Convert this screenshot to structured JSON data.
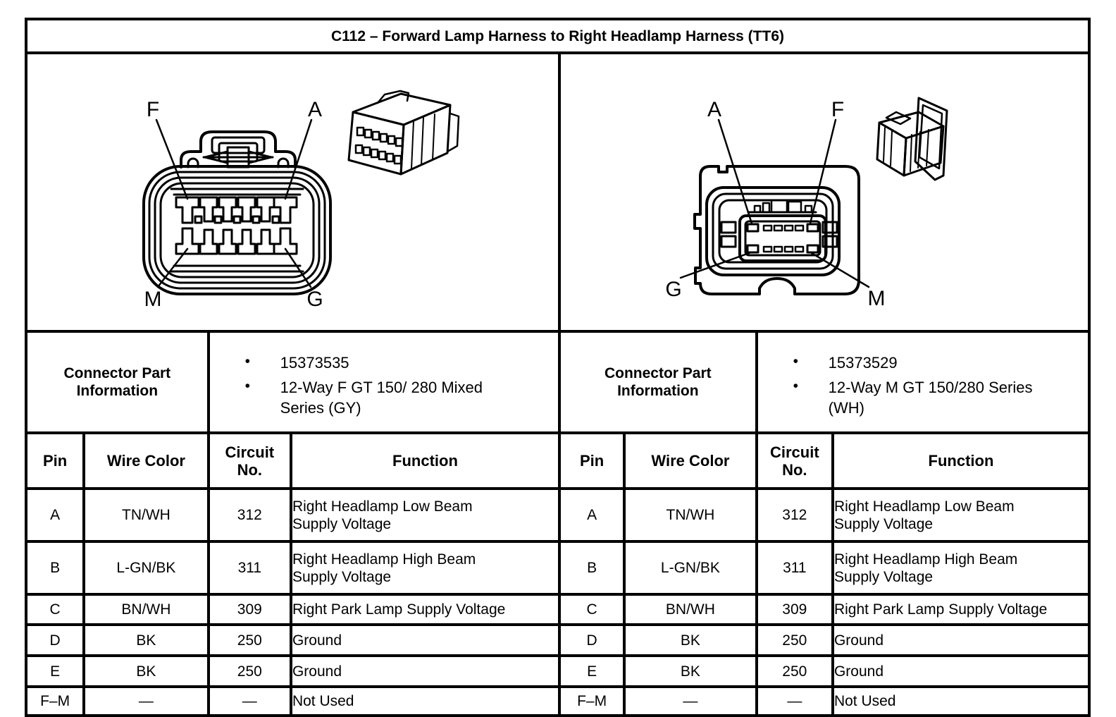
{
  "title": "C112 – Forward Lamp Harness to Right Headlamp Harness (TT6)",
  "glyphs": {
    "bullet": "•"
  },
  "connectors": {
    "left": {
      "diagram_labels": {
        "top_left": "F",
        "top_right": "A",
        "bottom_left": "M",
        "bottom_right": "G"
      },
      "part_info_label": "Connector Part\nInformation",
      "part_numbers": [
        "15373535",
        "12-Way F GT 150/ 280 Mixed\nSeries (GY)"
      ]
    },
    "right": {
      "diagram_labels": {
        "top_left": "A",
        "top_right": "F",
        "bottom_left": "G",
        "bottom_right": "M"
      },
      "part_info_label": "Connector Part\nInformation",
      "part_numbers": [
        "15373529",
        "12-Way M GT 150/280 Series\n(WH)"
      ]
    }
  },
  "pin_table": {
    "headers": {
      "pin": "Pin",
      "wire_color": "Wire Color",
      "circuit_no": "Circuit\nNo.",
      "function": "Function"
    },
    "left_rows": [
      {
        "pin": "A",
        "wire_color": "TN/WH",
        "circuit": "312",
        "function": "Right Headlamp Low Beam\nSupply Voltage"
      },
      {
        "pin": "B",
        "wire_color": "L-GN/BK",
        "circuit": "311",
        "function": "Right Headlamp High Beam\nSupply Voltage"
      },
      {
        "pin": "C",
        "wire_color": "BN/WH",
        "circuit": "309",
        "function": "Right Park Lamp Supply Voltage"
      },
      {
        "pin": "D",
        "wire_color": "BK",
        "circuit": "250",
        "function": "Ground"
      },
      {
        "pin": "E",
        "wire_color": "BK",
        "circuit": "250",
        "function": "Ground"
      },
      {
        "pin": "F–M",
        "wire_color": "—",
        "circuit": "—",
        "function": "Not Used"
      }
    ],
    "right_rows": [
      {
        "pin": "A",
        "wire_color": "TN/WH",
        "circuit": "312",
        "function": "Right Headlamp Low Beam\nSupply Voltage"
      },
      {
        "pin": "B",
        "wire_color": "L-GN/BK",
        "circuit": "311",
        "function": "Right Headlamp High Beam\nSupply Voltage"
      },
      {
        "pin": "C",
        "wire_color": "BN/WH",
        "circuit": "309",
        "function": "Right Park Lamp Supply Voltage"
      },
      {
        "pin": "D",
        "wire_color": "BK",
        "circuit": "250",
        "function": "Ground"
      },
      {
        "pin": "E",
        "wire_color": "BK",
        "circuit": "250",
        "function": "Ground"
      },
      {
        "pin": "F–M",
        "wire_color": "—",
        "circuit": "—",
        "function": "Not Used"
      }
    ]
  }
}
